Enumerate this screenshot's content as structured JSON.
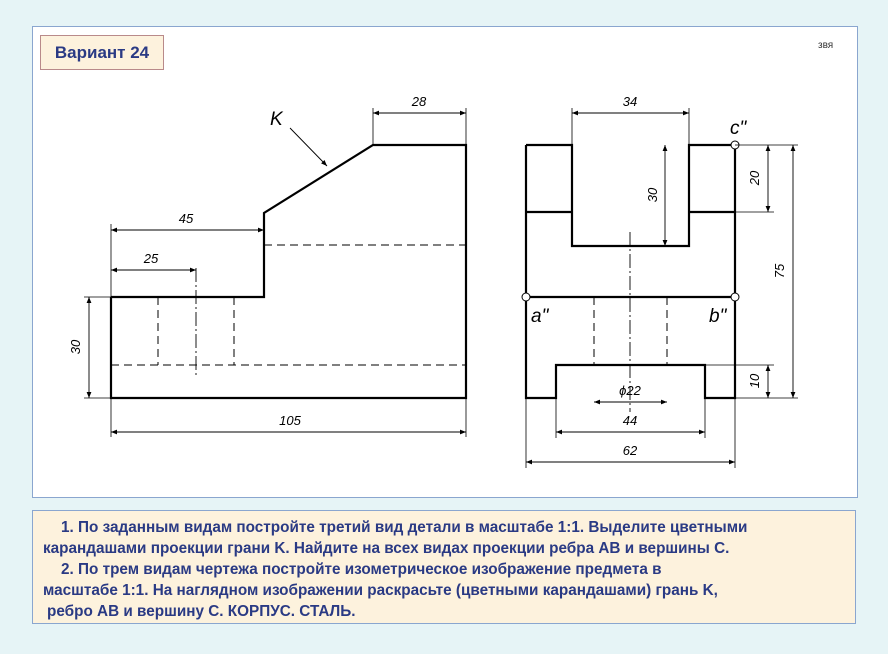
{
  "header": {
    "variant_label": "Вариант 24",
    "author_mark": "звя"
  },
  "drawing": {
    "front_view": {
      "dims": {
        "total_width": "105",
        "top_width": "28",
        "step_width": "45",
        "hole_offset": "25",
        "height": "30"
      },
      "face_label": "K"
    },
    "side_view": {
      "dims": {
        "slot_width": "34",
        "slot_depth": "30",
        "top_height": "20",
        "total_height": "75",
        "bottom_height": "10",
        "hole_diameter": "ϕ22",
        "base_slot_width": "44",
        "total_width": "62"
      },
      "point_c": "c\"",
      "point_a": "a\"",
      "point_b": "b\""
    }
  },
  "task": {
    "line1": "1. По заданным видам постройте третий вид детали в масштабе 1:1. Выделите цветными",
    "line2": "карандашами проекции грани K. Найдите на всех видах проекции ребра AB и вершины C.",
    "line3": "2. По трем видам чертежа постройте изометрическое изображение предмета в",
    "line4": "масштабе 1:1. На наглядном изображении раскрасьте (цветными карандашами)  грань K,",
    "line5": "ребро AB и вершину C. КОРПУС. СТАЛЬ."
  },
  "colors": {
    "page_background": "#e6f4f6",
    "frame_border": "#8aa6cf",
    "task_background": "#fdf2dd",
    "task_text": "#2a3a84",
    "variant_border": "#b98a8a"
  }
}
